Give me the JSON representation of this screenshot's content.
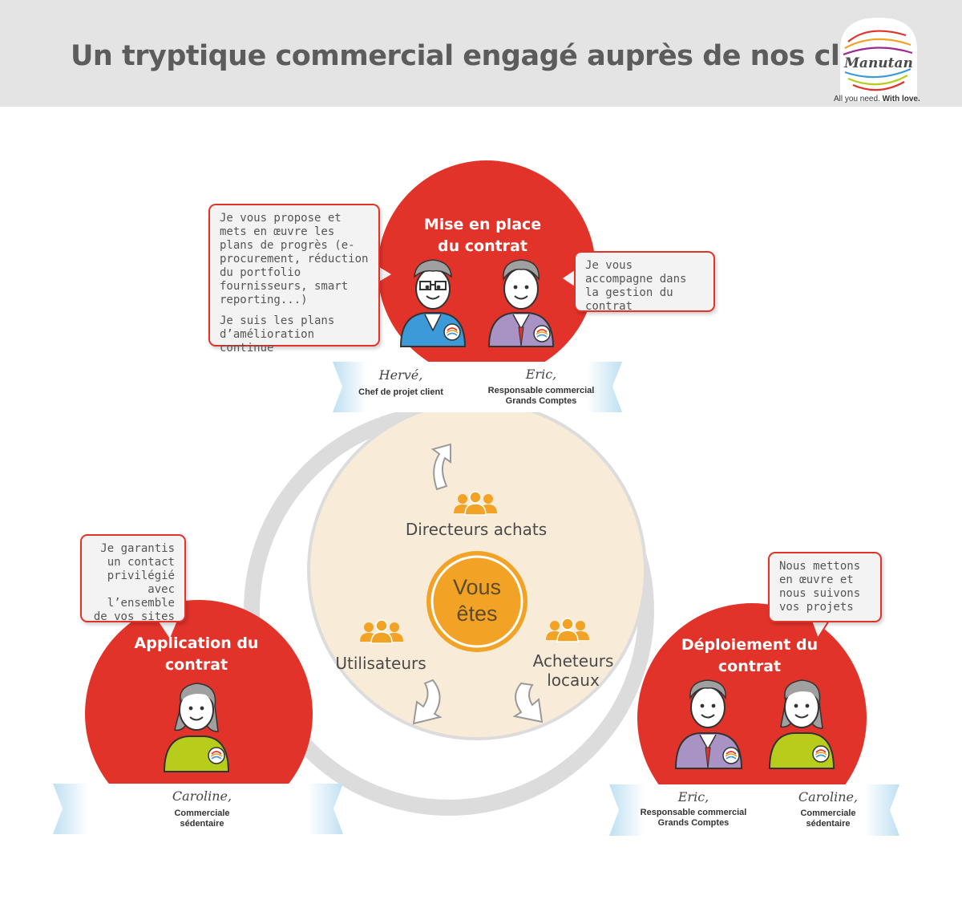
{
  "header": {
    "title": "Un tryptique commercial engagé auprès de nos clients"
  },
  "brand": {
    "name": "Manutan",
    "tagline_regular": "All you need.",
    "tagline_bold": "With love."
  },
  "center": {
    "label": "Vous êtes",
    "groups": {
      "top": "Directeurs achats",
      "left": "Utilisateurs",
      "right": "Acheteurs locaux"
    }
  },
  "stages": {
    "top": {
      "title": "Mise en place du contrat",
      "bubble_left_p1": "Je vous propose et mets en œuvre les plans de progrès (e-procurement, réduction du portfolio fournisseurs, smart reporting...)",
      "bubble_left_p2": "Je suis les plans d’amélioration continue",
      "bubble_right": "Je vous accompagne dans la gestion du contrat",
      "people": [
        {
          "name": "Hervé,",
          "role": "Chef de projet client"
        },
        {
          "name": "Eric,",
          "role": "Responsable commercial Grands Comptes"
        }
      ]
    },
    "left": {
      "title": "Application du contrat",
      "bubble": "Je garantis un contact privilégié avec l’ensemble de vos sites",
      "people": [
        {
          "name": "Caroline,",
          "role": "Commerciale sédentaire"
        }
      ]
    },
    "right": {
      "title": "Déploiement du contrat",
      "bubble": "Nous mettons en œuvre et nous suivons vos projets",
      "people": [
        {
          "name": "Eric,",
          "role": "Responsable commercial Grands Comptes"
        },
        {
          "name": "Caroline,",
          "role": "Commerciale sédentaire"
        }
      ]
    }
  },
  "colors": {
    "red": "#e2332a",
    "orange": "#f2a325",
    "cream": "#f8ecd9",
    "ring": "#dcdcdc",
    "header_bg": "#e4e4e4",
    "shirt_blue": "#3d9ad8",
    "shirt_purple": "#a893c4",
    "shirt_green": "#b8cc1b"
  }
}
